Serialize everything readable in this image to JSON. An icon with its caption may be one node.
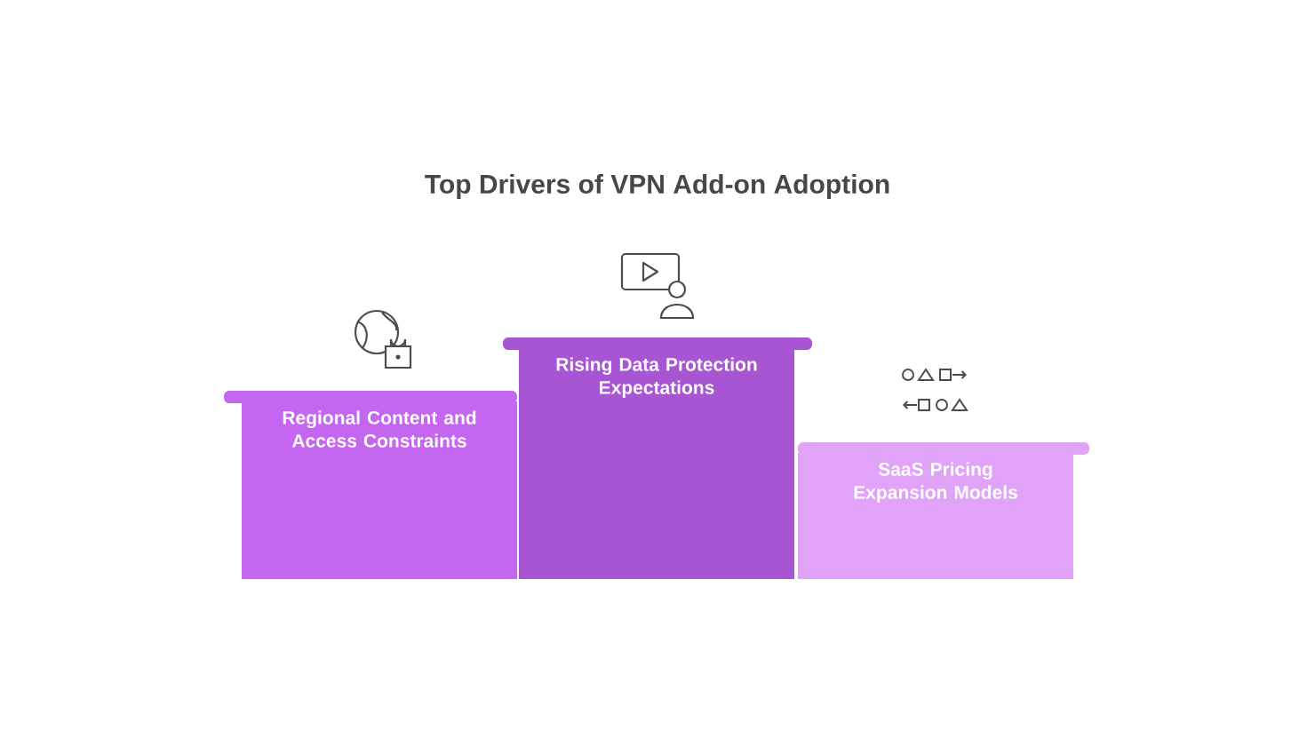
{
  "diagram": {
    "title": "Top Drivers of VPN Add-on Adoption",
    "nodes": [
      {
        "text": [
          "Regional Content and Access Constraints"
        ]
      },
      {
        "text": [
          "Rising Data Protection Expectations"
        ]
      },
      {
        "text": [
          "SaaS Pricing Expansion Models"
        ]
      }
    ]
  }
}
